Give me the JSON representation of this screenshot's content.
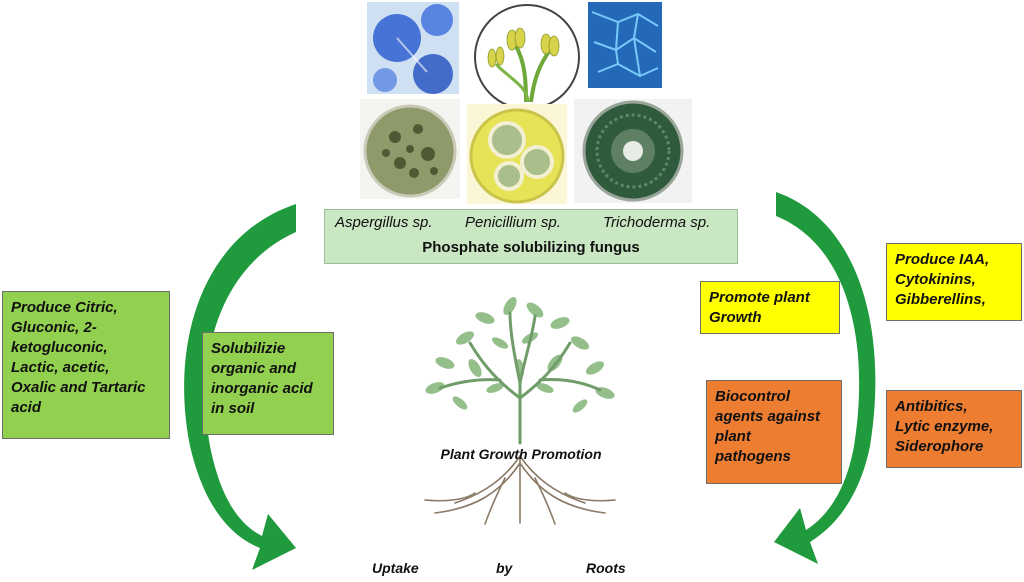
{
  "fungi": {
    "species": [
      "Aspergillus  sp.",
      "Penicillium sp.",
      "Trichoderma sp."
    ],
    "title": "Phosphate solubilizing fungus"
  },
  "left_boxes": {
    "acids": "Produce Citric,\nGluconic, 2-\nketogluconic,\nLactic, acetic,\nOxalic and Tartaric\nacid",
    "solubilize": "Solubilizie\norganic and\ninorganic acid\nin soil"
  },
  "right_boxes": {
    "promote": "Promote plant\nGrowth",
    "hormones": "Produce IAA,\nCytokinins,\nGibberellins,",
    "biocontrol": "Biocontrol\nagents against\nplant\npathogens",
    "antibiotics": "Antibitics,\nLytic enzyme,\nSiderophore"
  },
  "center": {
    "caption": "Plant Growth Promotion"
  },
  "bottom": {
    "words": [
      "Uptake",
      "by",
      "Roots"
    ]
  },
  "colors": {
    "arrow_green": "#1f9a3c",
    "box_green": "#92d050",
    "box_yellow": "#ffff00",
    "box_orange": "#ed7d31",
    "panel": "#c9e7c2",
    "tree": "#7fae7a",
    "roots": "#8a7a66"
  }
}
